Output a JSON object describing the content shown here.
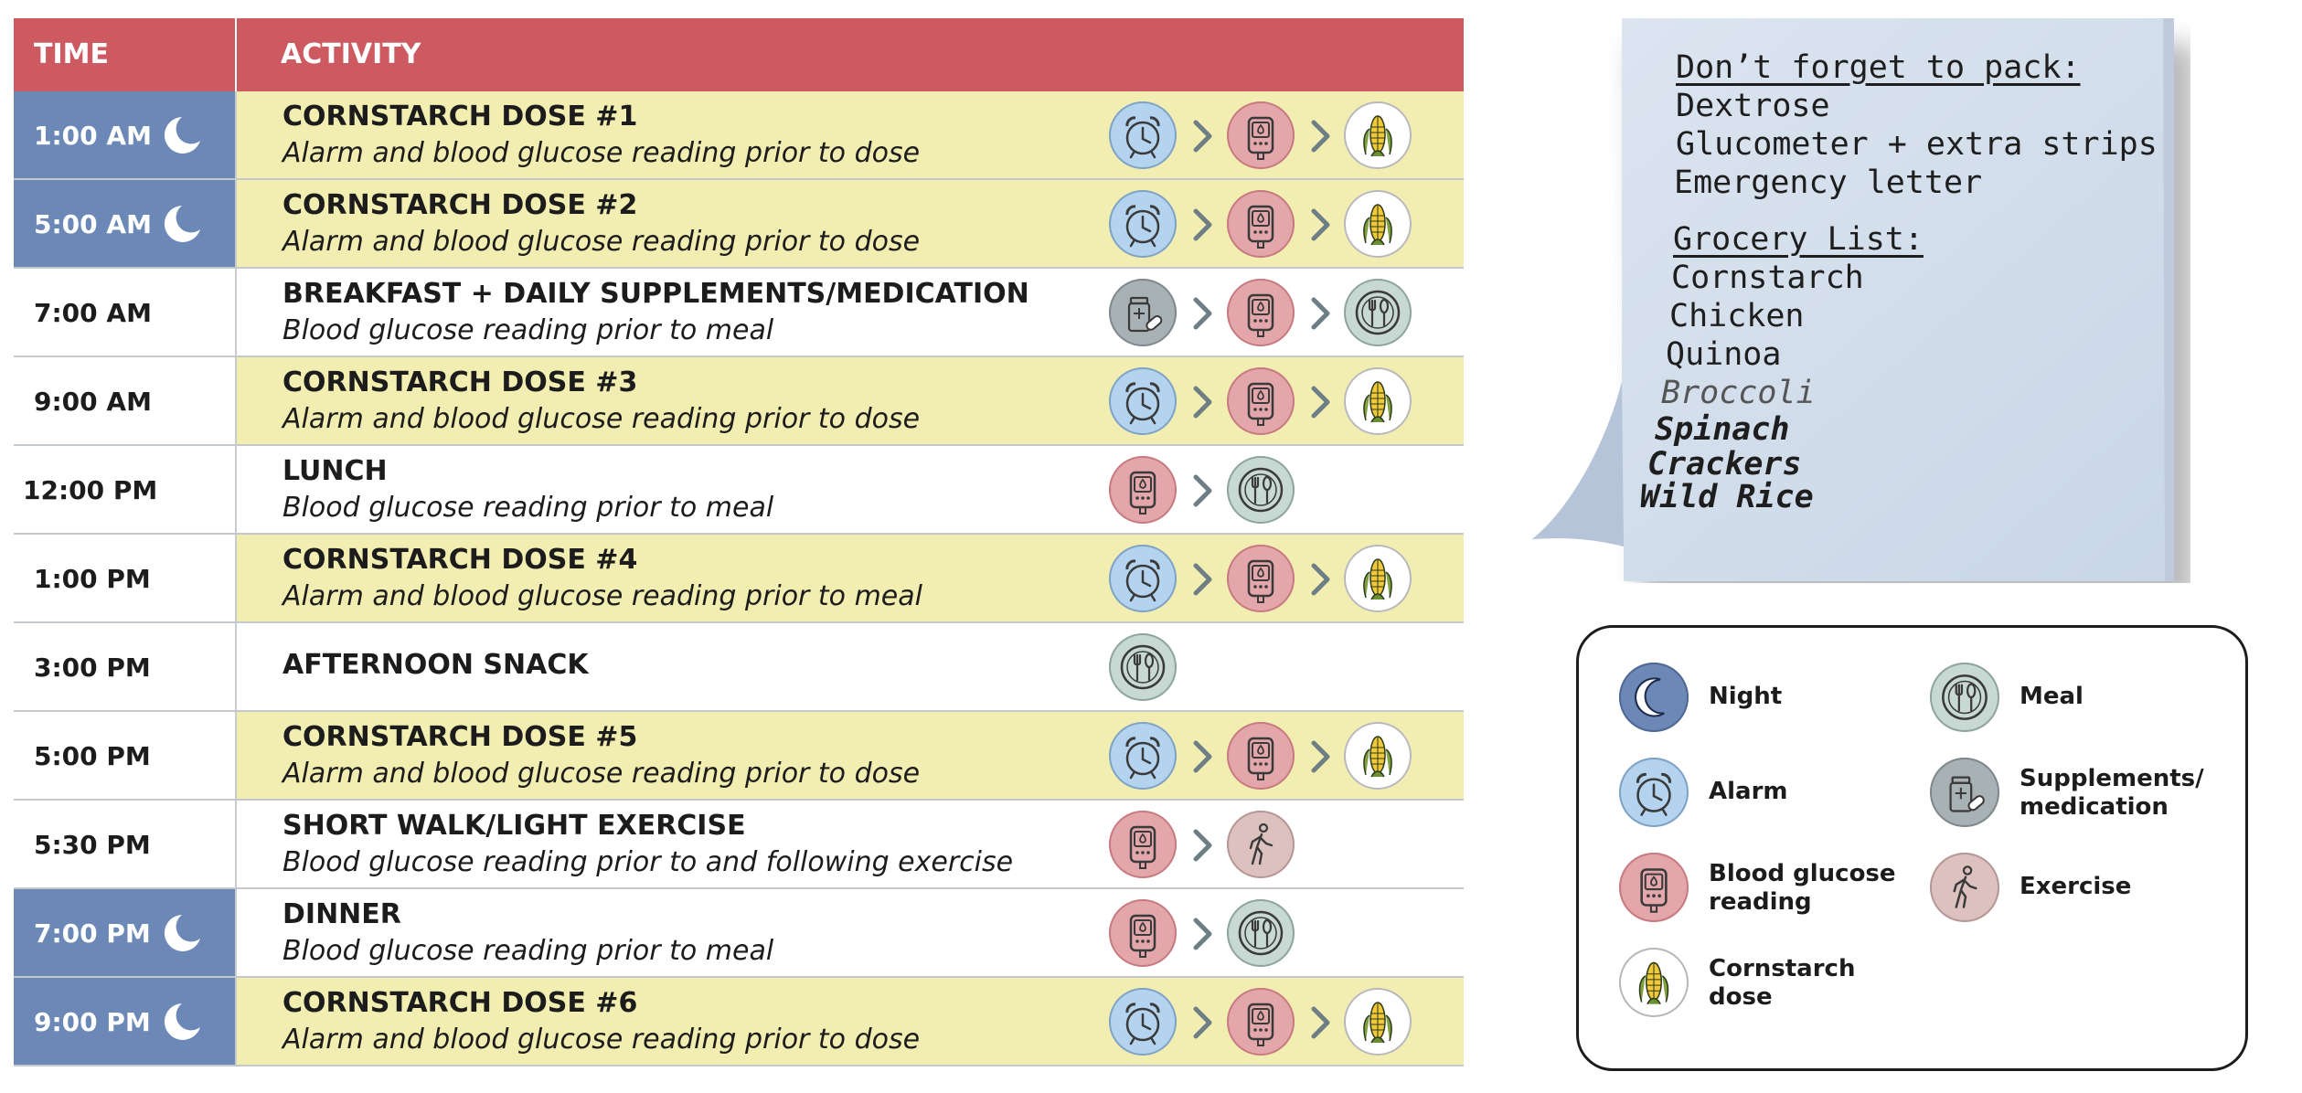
{
  "header": {
    "time": "TIME",
    "activity": "ACTIVITY"
  },
  "colors": {
    "header_red": "#cd5a61",
    "night_blue": "#6c88b7",
    "highlight_yellow": "#f2eeb2",
    "alarm_blue": "#b4d3ef",
    "glucose_pink": "#e3a7ab",
    "meal_green": "#c8d8d2",
    "supplement_gray": "#a8b1b4",
    "exercise_rose": "#dcc1bf",
    "chevron_gray": "#6d7f84"
  },
  "rows": [
    {
      "time": "1:00 AM",
      "night": true,
      "title": "CORNSTARCH DOSE #1",
      "subtitle": "Alarm and blood glucose reading prior to dose",
      "icons": [
        "alarm-icon",
        "glucometer-icon",
        "corn-icon"
      ]
    },
    {
      "time": "5:00 AM",
      "night": true,
      "title": "CORNSTARCH DOSE #2",
      "subtitle": "Alarm and blood glucose reading prior to dose",
      "icons": [
        "alarm-icon",
        "glucometer-icon",
        "corn-icon"
      ]
    },
    {
      "time": "7:00 AM",
      "night": false,
      "title": "BREAKFAST + DAILY SUPPLEMENTS/MEDICATION",
      "subtitle": "Blood glucose reading prior to meal",
      "icons": [
        "supplement-icon",
        "glucometer-icon",
        "meal-icon"
      ]
    },
    {
      "time": "9:00 AM",
      "night": false,
      "title": "CORNSTARCH DOSE #3",
      "subtitle": "Alarm and blood glucose reading prior to dose",
      "icons": [
        "alarm-icon",
        "glucometer-icon",
        "corn-icon"
      ]
    },
    {
      "time": "12:00 PM",
      "night": false,
      "title": "LUNCH",
      "subtitle": "Blood glucose reading prior to meal",
      "icons": [
        "glucometer-icon",
        "meal-icon"
      ]
    },
    {
      "time": "1:00 PM",
      "night": false,
      "title": "CORNSTARCH DOSE #4",
      "subtitle": "Alarm and blood glucose reading prior to meal",
      "icons": [
        "alarm-icon",
        "glucometer-icon",
        "corn-icon"
      ]
    },
    {
      "time": "3:00 PM",
      "night": false,
      "title": "AFTERNOON SNACK",
      "subtitle": "",
      "icons": [
        "meal-icon"
      ]
    },
    {
      "time": "5:00 PM",
      "night": false,
      "title": "CORNSTARCH DOSE #5",
      "subtitle": "Alarm and blood glucose reading prior to dose",
      "icons": [
        "alarm-icon",
        "glucometer-icon",
        "corn-icon"
      ]
    },
    {
      "time": "5:30 PM",
      "night": false,
      "title": "SHORT WALK/LIGHT EXERCISE",
      "subtitle": "Blood glucose reading prior to and following exercise",
      "icons": [
        "glucometer-icon",
        "exercise-icon"
      ]
    },
    {
      "time": "7:00 PM",
      "night": true,
      "title": "DINNER",
      "subtitle": "Blood glucose reading prior to meal",
      "icons": [
        "glucometer-icon",
        "meal-icon"
      ]
    },
    {
      "time": "9:00 PM",
      "night": true,
      "title": "CORNSTARCH DOSE #6",
      "subtitle": "Alarm and blood glucose reading prior to dose",
      "icons": [
        "alarm-icon",
        "glucometer-icon",
        "corn-icon"
      ]
    }
  ],
  "note": {
    "pack_heading": "Don’t forget to pack:",
    "pack_items": [
      "Dextrose",
      "Glucometer + extra strips",
      "Emergency letter"
    ],
    "grocery_heading": "Grocery List:",
    "grocery_items": [
      "Cornstarch",
      "Chicken",
      "Quinoa",
      "Broccoli",
      "Spinach",
      "Crackers",
      "Wild Rice"
    ]
  },
  "legend": [
    {
      "icon": "moon-icon",
      "label": "Night"
    },
    {
      "icon": "meal-icon",
      "label": "Meal"
    },
    {
      "icon": "alarm-icon",
      "label": "Alarm"
    },
    {
      "icon": "supplement-icon",
      "label": "Supplements/\nmedication"
    },
    {
      "icon": "glucometer-icon",
      "label": "Blood glucose\nreading"
    },
    {
      "icon": "exercise-icon",
      "label": "Exercise"
    },
    {
      "icon": "corn-icon",
      "label": "Cornstarch\ndose"
    }
  ]
}
